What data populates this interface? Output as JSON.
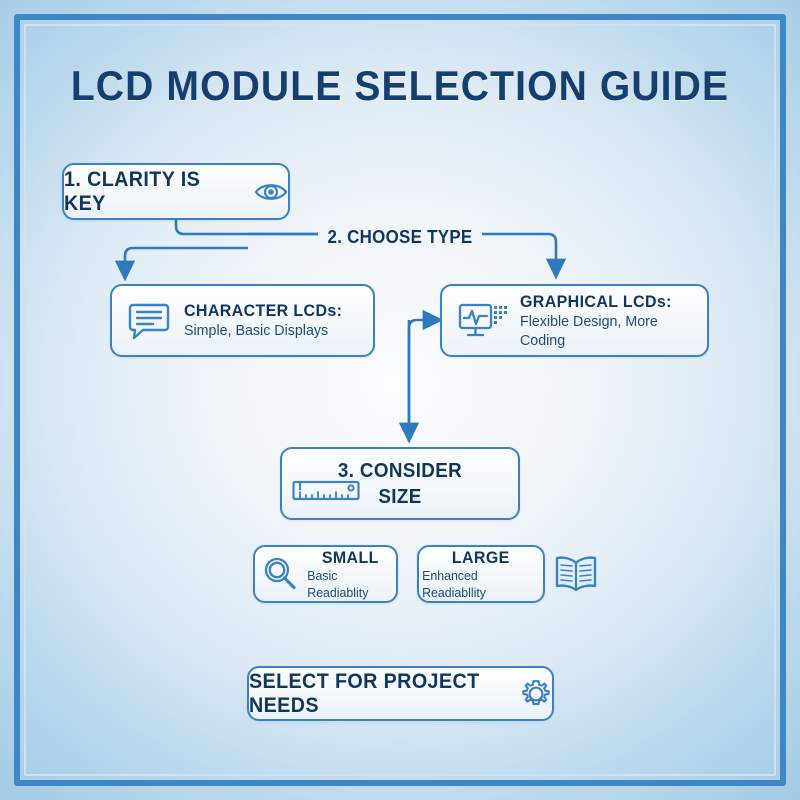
{
  "poster": {
    "title": "LCD MODULE SELECTION GUIDE",
    "accent_color": "#3b82c4",
    "frame_color": "#3e86c6",
    "text_color": "#11365e"
  },
  "steps": {
    "step1": {
      "label": "1. CLARITY IS KEY",
      "icon": "eye-icon"
    },
    "step2": {
      "label": "2. CHOOSE TYPE",
      "options": [
        {
          "title": "CHARACTER LCDs:",
          "subtitle": "Simple, Basic Displays",
          "icon": "speech-bubble-icon"
        },
        {
          "title": "GRAPHICAL LCDs:",
          "subtitle": "Flexible Design, More Coding",
          "icon": "monitor-waveform-icon"
        }
      ]
    },
    "step3": {
      "line1": "3. CONSIDER",
      "line2": "SIZE",
      "icon": "ruler-icon",
      "options": [
        {
          "title": "SMALL",
          "subtitle": "Basic Readiablity",
          "icon": "magnifier-icon"
        },
        {
          "title": "LARGE",
          "subtitle": "Enhanced Readiabllity",
          "icon": "open-book-icon"
        }
      ]
    }
  },
  "cta": {
    "label": "SELECT FOR PROJECT NEEDS",
    "icon": "gear-icon"
  }
}
